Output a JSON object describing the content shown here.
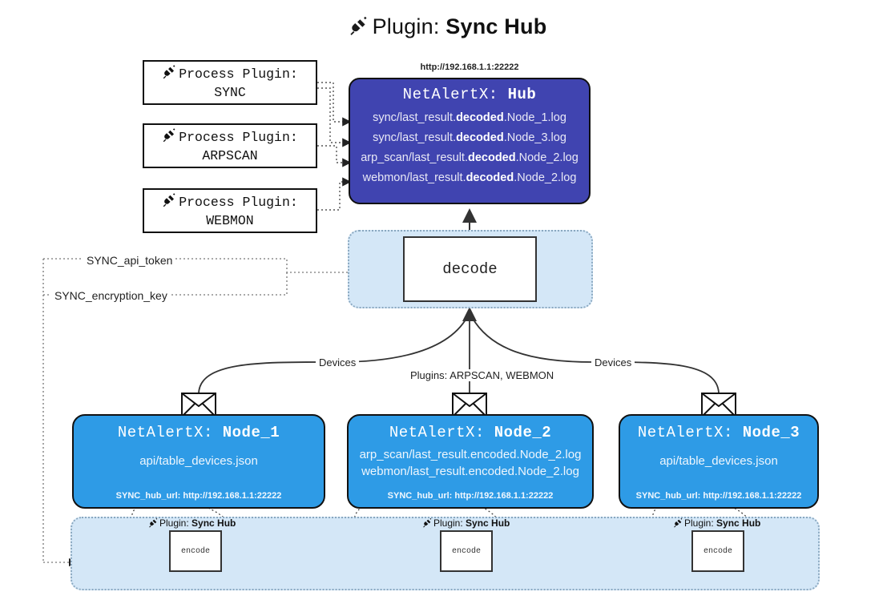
{
  "header": {
    "icon": "plug-icon",
    "prefix": "Plugin: ",
    "title": "Sync Hub",
    "hub_url": "http://192.168.1.1:22222"
  },
  "process_plugins": [
    {
      "label": "Process Plugin:",
      "name": "SYNC",
      "icon": "plug-icon"
    },
    {
      "label": "Process Plugin:",
      "name": "ARPSCAN",
      "icon": "plug-icon"
    },
    {
      "label": "Process Plugin:",
      "name": "WEBMON",
      "icon": "plug-icon"
    }
  ],
  "hub": {
    "prefix": "NetAlertX: ",
    "name": "Hub",
    "logs": [
      {
        "pre": "sync/last_result.",
        "em": "decoded",
        "post": ".Node_1.log"
      },
      {
        "pre": "sync/last_result.",
        "em": "decoded",
        "post": ".Node_3.log"
      },
      {
        "pre": "arp_scan/last_result.",
        "em": "decoded",
        "post": ".Node_2.log"
      },
      {
        "pre": "webmon/last_result.",
        "em": "decoded",
        "post": ".Node_2.log"
      }
    ]
  },
  "decode": {
    "label": "decode"
  },
  "secrets": {
    "api_token": "SYNC_api_token",
    "encryption_key": "SYNC_encryption_key"
  },
  "edge_labels": {
    "devices_left": "Devices",
    "plugins_mid": "Plugins: ARPSCAN, WEBMON",
    "devices_right": "Devices"
  },
  "nodes": [
    {
      "prefix": "NetAlertX: ",
      "name": "Node_1",
      "lines": [
        "api/table_devices.json"
      ],
      "url_label": "SYNC_hub_url: ",
      "url": "http://192.168.1.1:22222",
      "icon": "envelope-icon"
    },
    {
      "prefix": "NetAlertX: ",
      "name": "Node_2",
      "lines": [
        "arp_scan/last_result.encoded.Node_2.log",
        "webmon/last_result.encoded.Node_2.log"
      ],
      "url_label": "SYNC_hub_url: ",
      "url": "http://192.168.1.1:22222",
      "icon": "envelope-icon"
    },
    {
      "prefix": "NetAlertX: ",
      "name": "Node_3",
      "lines": [
        "api/table_devices.json"
      ],
      "url_label": "SYNC_hub_url: ",
      "url": "http://192.168.1.1:22222",
      "icon": "envelope-icon"
    }
  ],
  "encoders": [
    {
      "plugin_prefix": "Plugin: ",
      "plugin_name": "Sync Hub",
      "label": "encode",
      "icon": "plug-icon"
    },
    {
      "plugin_prefix": "Plugin: ",
      "plugin_name": "Sync Hub",
      "label": "encode",
      "icon": "plug-icon"
    },
    {
      "plugin_prefix": "Plugin: ",
      "plugin_name": "Sync Hub",
      "label": "encode",
      "icon": "plug-icon"
    }
  ],
  "colors": {
    "hub": "#4044b0",
    "node": "#2e9be6",
    "container": "#d4e7f7",
    "container_border": "#8aa8c0",
    "stroke": "#333333"
  }
}
